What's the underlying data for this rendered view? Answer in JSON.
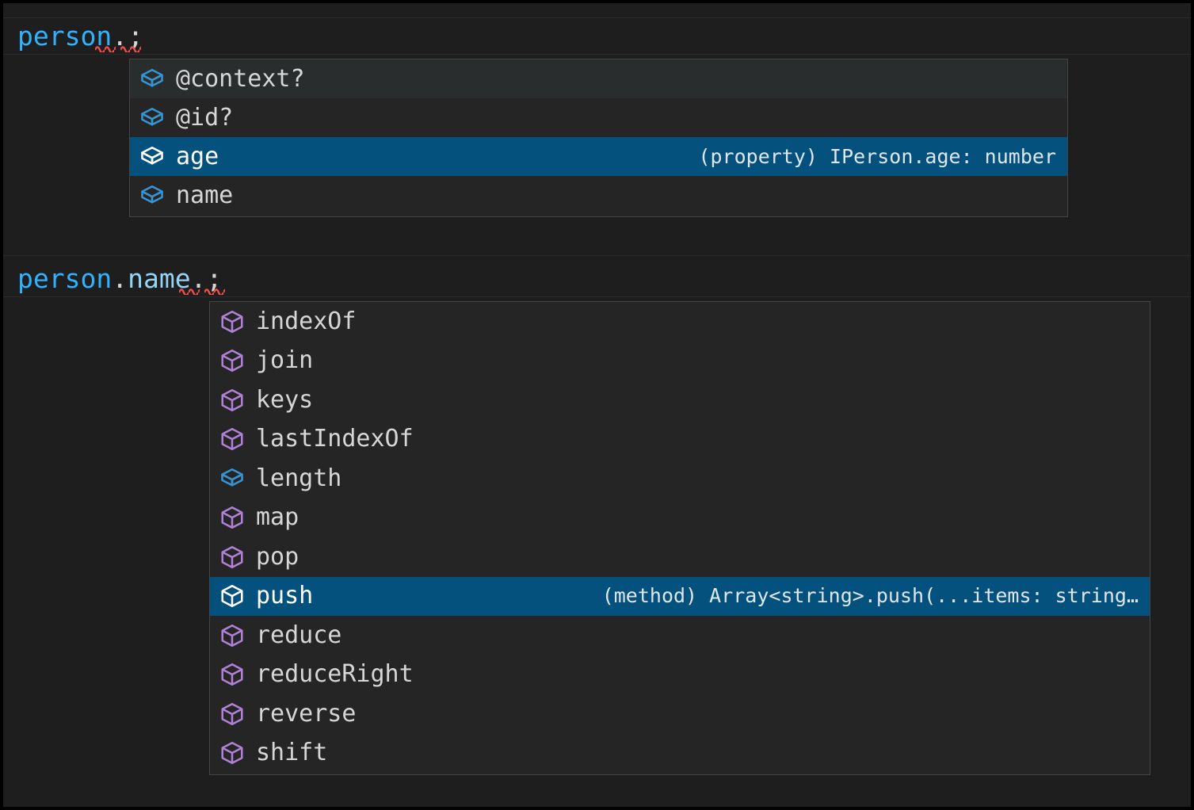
{
  "editor": {
    "background_color": "#1e1e1e",
    "lines": [
      {
        "id": "line-1",
        "tokens": [
          {
            "text": "person",
            "kind": "variable"
          },
          {
            "text": ".",
            "kind": "punctuation"
          },
          {
            "text": ";",
            "kind": "punctuation"
          }
        ],
        "plain_text": "person.;",
        "has_error_squiggle": true
      },
      {
        "id": "line-2",
        "tokens": [
          {
            "text": "person",
            "kind": "variable"
          },
          {
            "text": ".",
            "kind": "punctuation"
          },
          {
            "text": "name",
            "kind": "property"
          },
          {
            "text": ".",
            "kind": "punctuation"
          },
          {
            "text": ";",
            "kind": "punctuation"
          }
        ],
        "plain_text": "person.name.;",
        "has_error_squiggle": true
      }
    ]
  },
  "colors": {
    "variable": "#2fb3ff",
    "property": "#94d4f5",
    "punctuation": "#d4d4d4",
    "selection": "#04517e",
    "widget_background": "#252526",
    "widget_border": "#454545",
    "icon_property": "#3794d2",
    "icon_method": "#b180d7",
    "squiggle": "#f14c4c"
  },
  "suggest_widgets": [
    {
      "id": "suggest-widget-1",
      "for_line": "person.",
      "selected_index": 2,
      "items": [
        {
          "label": "@context?",
          "icon": "property-cube-icon",
          "icon_kind": "property",
          "detail": ""
        },
        {
          "label": "@id?",
          "icon": "property-cube-icon",
          "icon_kind": "property",
          "detail": ""
        },
        {
          "label": "age",
          "icon": "property-cube-icon",
          "icon_kind": "property",
          "detail": "(property) IPerson.age: number"
        },
        {
          "label": "name",
          "icon": "property-cube-icon",
          "icon_kind": "property",
          "detail": ""
        }
      ]
    },
    {
      "id": "suggest-widget-2",
      "for_line": "person.name.",
      "selected_index": 7,
      "items": [
        {
          "label": "indexOf",
          "icon": "method-cube-icon",
          "icon_kind": "method",
          "detail": ""
        },
        {
          "label": "join",
          "icon": "method-cube-icon",
          "icon_kind": "method",
          "detail": ""
        },
        {
          "label": "keys",
          "icon": "method-cube-icon",
          "icon_kind": "method",
          "detail": ""
        },
        {
          "label": "lastIndexOf",
          "icon": "method-cube-icon",
          "icon_kind": "method",
          "detail": ""
        },
        {
          "label": "length",
          "icon": "property-cube-icon",
          "icon_kind": "property",
          "detail": ""
        },
        {
          "label": "map",
          "icon": "method-cube-icon",
          "icon_kind": "method",
          "detail": ""
        },
        {
          "label": "pop",
          "icon": "method-cube-icon",
          "icon_kind": "method",
          "detail": ""
        },
        {
          "label": "push",
          "icon": "method-cube-icon",
          "icon_kind": "method",
          "detail": "(method) Array<string>.push(...items: string…"
        },
        {
          "label": "reduce",
          "icon": "method-cube-icon",
          "icon_kind": "method",
          "detail": ""
        },
        {
          "label": "reduceRight",
          "icon": "method-cube-icon",
          "icon_kind": "method",
          "detail": ""
        },
        {
          "label": "reverse",
          "icon": "method-cube-icon",
          "icon_kind": "method",
          "detail": ""
        },
        {
          "label": "shift",
          "icon": "method-cube-icon",
          "icon_kind": "method",
          "detail": ""
        }
      ]
    }
  ]
}
